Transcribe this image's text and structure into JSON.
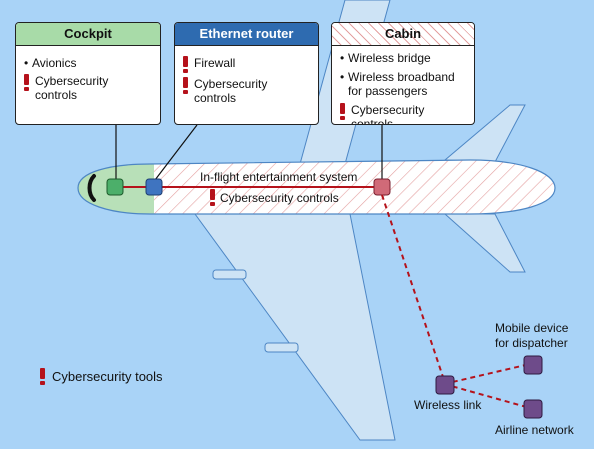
{
  "boxes": {
    "cockpit": {
      "title": "Cockpit",
      "items": [
        "Avionics"
      ],
      "controls": "Cybersecurity controls",
      "color": "#a8dba8"
    },
    "router": {
      "title": "Ethernet router",
      "items": [
        "Firewall"
      ],
      "controls": "Cybersecurity controls",
      "color": "#2e6bb0"
    },
    "cabin": {
      "title": "Cabin",
      "items": [
        "Wireless bridge",
        "Wireless broadband",
        "for passengers"
      ],
      "controls": "Cybersecurity controls"
    }
  },
  "fuselage": {
    "ife_label": "In-flight entertainment system",
    "controls": "Cybersecurity controls"
  },
  "legend": {
    "label": "Cybersecurity tools"
  },
  "nodes": {
    "wireless_link": "Wireless link",
    "mobile_line1": "Mobile device",
    "mobile_line2": "for dispatcher",
    "airline_network": "Airline network"
  },
  "colors": {
    "background": "#a9d3f7",
    "alert": "#b5121b",
    "cockpit": "#a8dba8",
    "router": "#2e6bb0",
    "cabin_hatch": "#e8a3a3",
    "node_purple": "#6e4b8a"
  }
}
